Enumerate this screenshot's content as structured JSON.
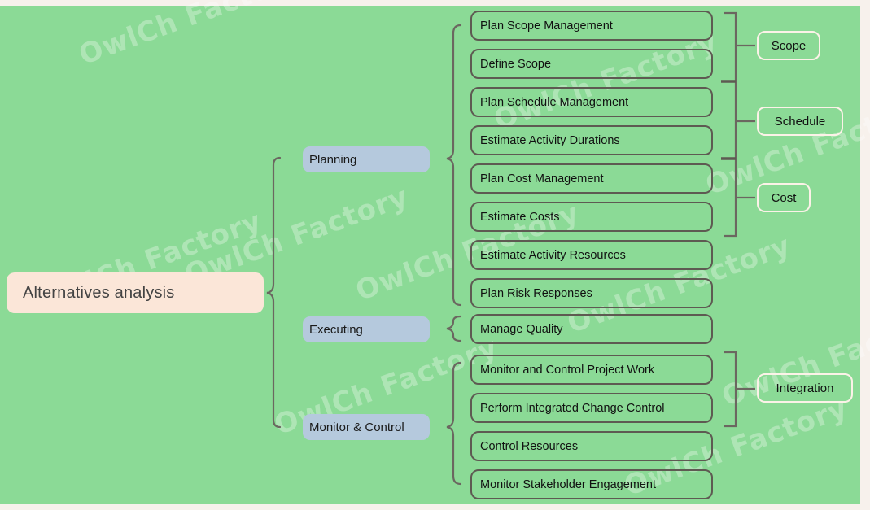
{
  "diagram": {
    "title": "Alternatives analysis",
    "watermark_text": "OwlCh Factory",
    "colors": {
      "canvas_background": "#8bda96",
      "page_background": "#f7f1ec",
      "root_fill": "#fbe6d8",
      "branch_fill": "#b5c9dd",
      "leaf_border": "#5e5a52",
      "category_border": "#fcf2e8",
      "connector": "#6b6760"
    },
    "root": {
      "label": "Alternatives analysis"
    },
    "branches": [
      {
        "id": "planning",
        "label": "Planning"
      },
      {
        "id": "executing",
        "label": "Executing"
      },
      {
        "id": "monitor",
        "label": "Monitor & Control"
      }
    ],
    "leaves": [
      {
        "label": "Plan Scope Management",
        "branch": "planning",
        "category": "scope"
      },
      {
        "label": "Define Scope",
        "branch": "planning",
        "category": "scope"
      },
      {
        "label": "Plan Schedule Management",
        "branch": "planning",
        "category": "schedule"
      },
      {
        "label": "Estimate Activity Durations",
        "branch": "planning",
        "category": "schedule"
      },
      {
        "label": "Plan Cost Management",
        "branch": "planning",
        "category": "cost"
      },
      {
        "label": "Estimate Costs",
        "branch": "planning",
        "category": "cost"
      },
      {
        "label": "Estimate Activity Resources",
        "branch": "planning",
        "category": ""
      },
      {
        "label": "Plan Risk Responses",
        "branch": "planning",
        "category": ""
      },
      {
        "label": "Manage Quality",
        "branch": "executing",
        "category": ""
      },
      {
        "label": "Monitor and Control Project Work",
        "branch": "monitor",
        "category": "integration"
      },
      {
        "label": "Perform Integrated Change Control",
        "branch": "monitor",
        "category": "integration"
      },
      {
        "label": "Control Resources",
        "branch": "monitor",
        "category": ""
      },
      {
        "label": "Monitor Stakeholder Engagement",
        "branch": "monitor",
        "category": ""
      }
    ],
    "categories": [
      {
        "id": "scope",
        "label": "Scope"
      },
      {
        "id": "schedule",
        "label": "Schedule"
      },
      {
        "id": "cost",
        "label": "Cost"
      },
      {
        "id": "integration",
        "label": "Integration"
      }
    ]
  }
}
